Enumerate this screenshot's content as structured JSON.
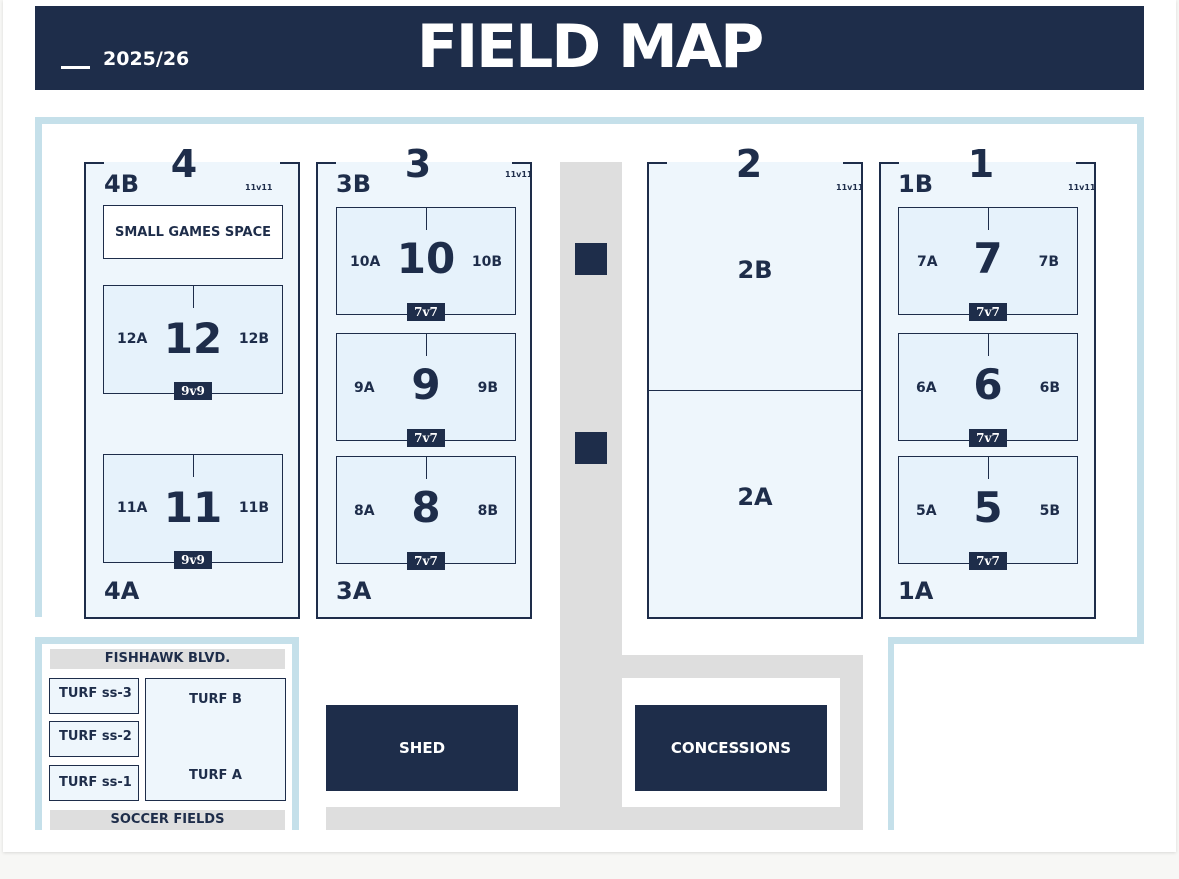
{
  "header": {
    "season": "2025/26",
    "title": "FIELD MAP"
  },
  "fields": {
    "f4": {
      "number": "4",
      "top_corner": "4B",
      "bottom_corner": "4A",
      "format": "11v11"
    },
    "f3": {
      "number": "3",
      "top_corner": "3B",
      "bottom_corner": "3A",
      "format": "11v11"
    },
    "f2": {
      "number": "2",
      "format": "11v11",
      "upper": "2B",
      "lower": "2A"
    },
    "f1": {
      "number": "1",
      "top_corner": "1B",
      "bottom_corner": "1A",
      "format": "11v11"
    }
  },
  "small_games": "SMALL GAMES SPACE",
  "subfields": {
    "s12": {
      "number": "12",
      "left": "12A",
      "right": "12B",
      "format": "9v9"
    },
    "s11": {
      "number": "11",
      "left": "11A",
      "right": "11B",
      "format": "9v9"
    },
    "s10": {
      "number": "10",
      "left": "10A",
      "right": "10B",
      "format": "7v7"
    },
    "s9": {
      "number": "9",
      "left": "9A",
      "right": "9B",
      "format": "7v7"
    },
    "s8": {
      "number": "8",
      "left": "8A",
      "right": "8B",
      "format": "7v7"
    },
    "s7": {
      "number": "7",
      "left": "7A",
      "right": "7B",
      "format": "7v7"
    },
    "s6": {
      "number": "6",
      "left": "6A",
      "right": "6B",
      "format": "7v7"
    },
    "s5": {
      "number": "5",
      "left": "5A",
      "right": "5B",
      "format": "7v7"
    }
  },
  "buildings": {
    "shed": "SHED",
    "concessions": "CONCESSIONS"
  },
  "turf_area": {
    "top_label": "FISHHAWK BLVD.",
    "bottom_label": "SOCCER FIELDS",
    "ss3": "TURF ss-3",
    "ss2": "TURF ss-2",
    "ss1": "TURF ss-1",
    "turf_b": "TURF B",
    "turf_a": "TURF A"
  },
  "colors": {
    "navy": "#1e2d4a",
    "boundary": "#c5e0ea",
    "field_fill": "#eef6fc",
    "path": "#dedede"
  }
}
